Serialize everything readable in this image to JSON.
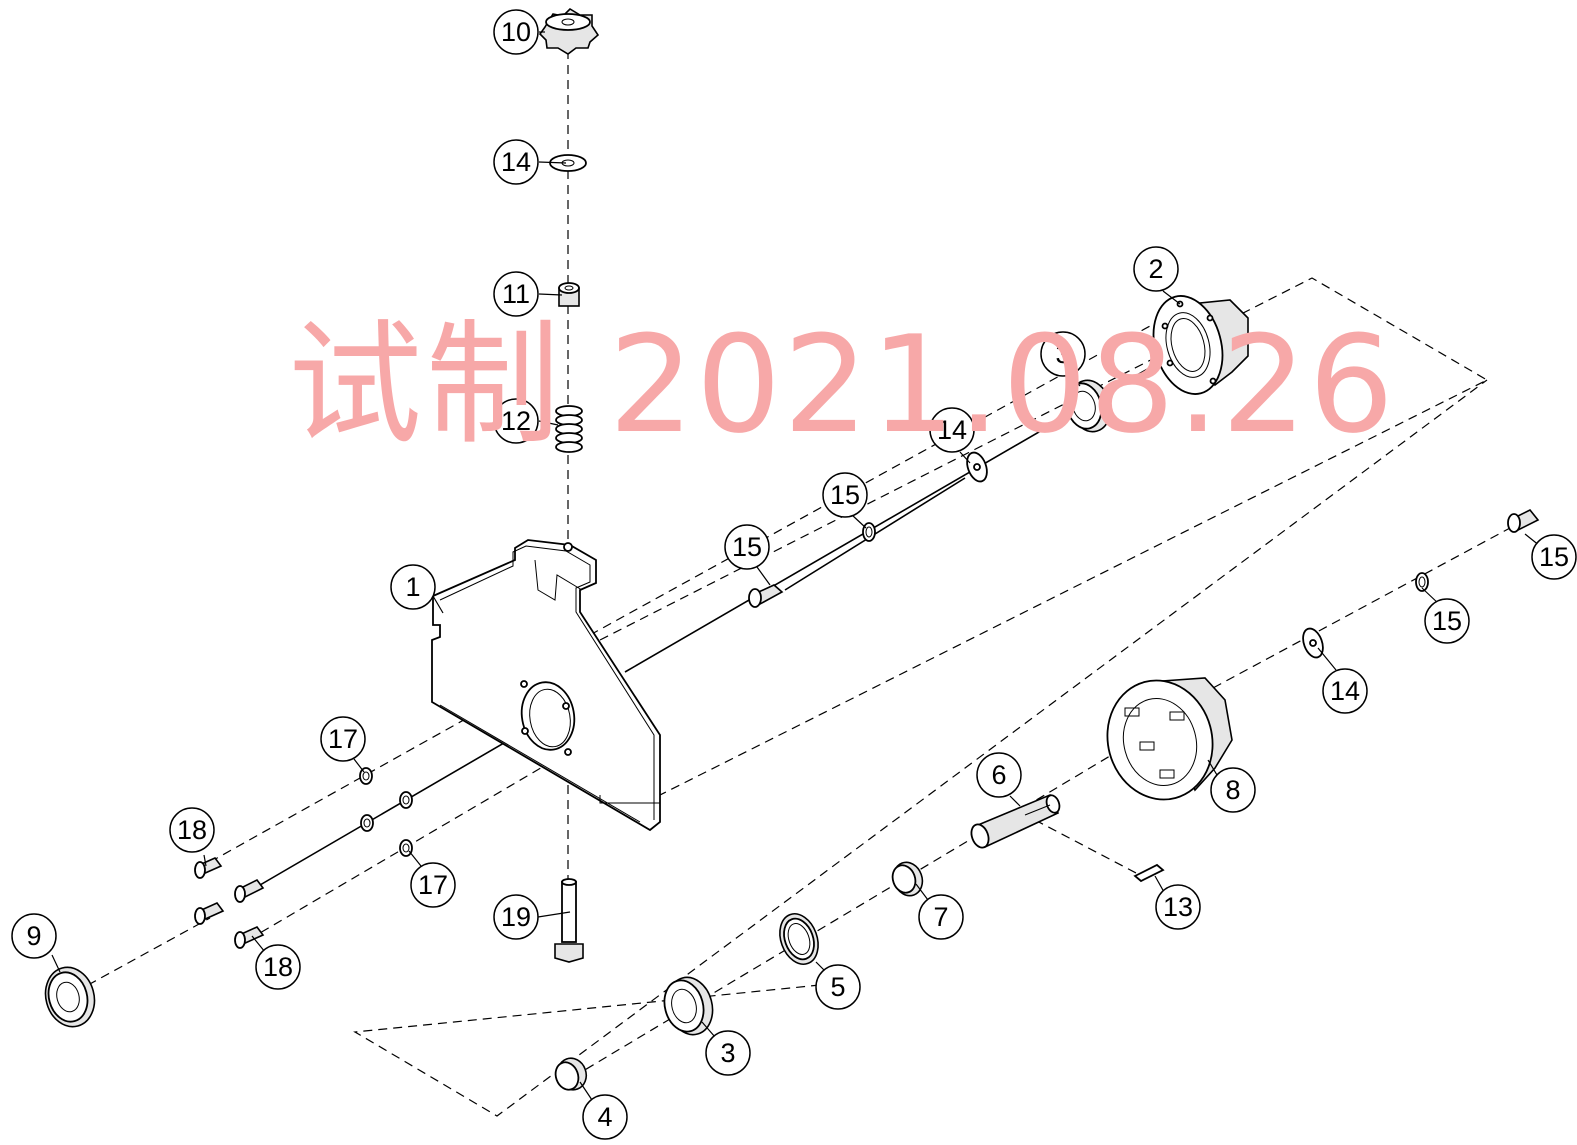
{
  "watermark": {
    "chinese": "试制",
    "date": "2021.08.26"
  },
  "balloons": [
    {
      "id": "b10a",
      "label": "10"
    },
    {
      "id": "b14a",
      "label": "14"
    },
    {
      "id": "b11",
      "label": "11"
    },
    {
      "id": "b12",
      "label": "12"
    },
    {
      "id": "b2",
      "label": "2"
    },
    {
      "id": "b3a",
      "label": "3"
    },
    {
      "id": "b14b",
      "label": "14"
    },
    {
      "id": "b15a",
      "label": "15"
    },
    {
      "id": "b15b",
      "label": "15"
    },
    {
      "id": "b1",
      "label": "1"
    },
    {
      "id": "b15c",
      "label": "15"
    },
    {
      "id": "b15d",
      "label": "15"
    },
    {
      "id": "b14c",
      "label": "14"
    },
    {
      "id": "b17a",
      "label": "17"
    },
    {
      "id": "b6",
      "label": "6"
    },
    {
      "id": "b8",
      "label": "8"
    },
    {
      "id": "b18a",
      "label": "18"
    },
    {
      "id": "b17b",
      "label": "17"
    },
    {
      "id": "b13",
      "label": "13"
    },
    {
      "id": "b19",
      "label": "19"
    },
    {
      "id": "b7",
      "label": "7"
    },
    {
      "id": "b9",
      "label": "9"
    },
    {
      "id": "b18b",
      "label": "18"
    },
    {
      "id": "b5",
      "label": "5"
    },
    {
      "id": "b3b",
      "label": "3"
    },
    {
      "id": "b4",
      "label": "4"
    }
  ]
}
